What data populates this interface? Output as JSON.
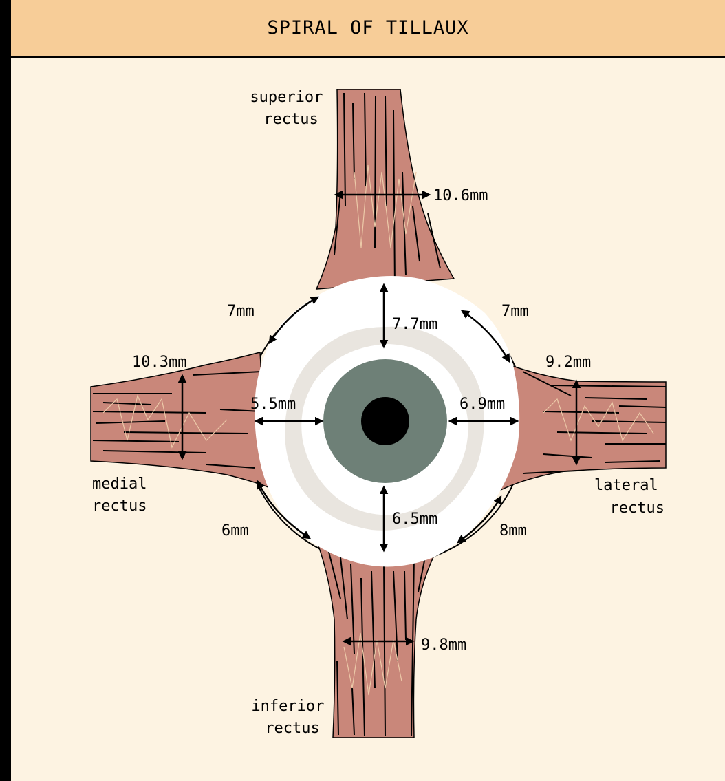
{
  "title": "SPIRAL OF TILLAUX",
  "muscles": {
    "superior": [
      "superior",
      "rectus"
    ],
    "inferior": [
      "inferior",
      "rectus"
    ],
    "medial": [
      "medial",
      "rectus"
    ],
    "lateral": [
      "lateral",
      "rectus"
    ]
  },
  "measurements": {
    "superior_width": "10.6mm",
    "inferior_width": "9.8mm",
    "medial_width": "10.3mm",
    "lateral_width": "9.2mm",
    "superior_to_limbus": "7.7mm",
    "inferior_to_limbus": "6.5mm",
    "medial_to_limbus": "5.5mm",
    "lateral_to_limbus": "6.9mm",
    "superior_medial_gap": "7mm",
    "superior_lateral_gap": "7mm",
    "inferior_medial_gap": "6mm",
    "inferior_lateral_gap": "8mm"
  },
  "colors": {
    "background": "#fdf3e2",
    "title_bar": "#f7cd98",
    "muscle": "#c9877a",
    "sclera": "#ffffff",
    "iris": "#6e8077",
    "pupil": "#000000"
  }
}
